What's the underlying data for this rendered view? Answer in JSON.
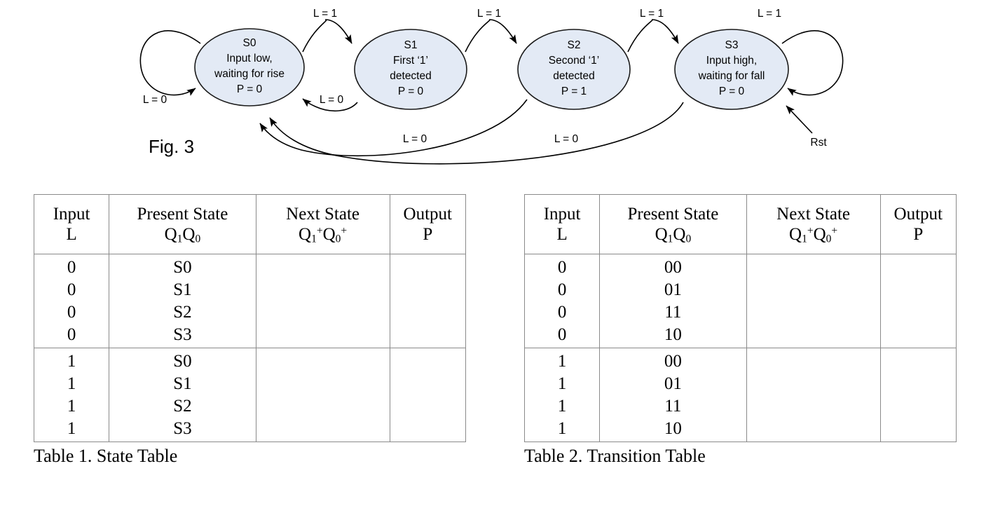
{
  "figure": {
    "caption": "Fig. 3",
    "reset_label": "Rst",
    "states": [
      {
        "id": "S0",
        "name": "S0",
        "line2": "Input low,",
        "line3": "waiting for rise",
        "line4": "P = 0"
      },
      {
        "id": "S1",
        "name": "S1",
        "line2": "First ‘1’",
        "line3": "detected",
        "line4": "P = 0"
      },
      {
        "id": "S2",
        "name": "S2",
        "line2": "Second ‘1’",
        "line3": "detected",
        "line4": "P = 1"
      },
      {
        "id": "S3",
        "name": "S3",
        "line2": "Input high,",
        "line3": "waiting for fall",
        "line4": "P = 0"
      }
    ],
    "transitions": [
      {
        "id": "s0-self",
        "from": "S0",
        "to": "S0",
        "label": "L = 0"
      },
      {
        "id": "s0-s1",
        "from": "S0",
        "to": "S1",
        "label": "L = 1"
      },
      {
        "id": "s1-s0",
        "from": "S1",
        "to": "S0",
        "label": "L = 0"
      },
      {
        "id": "s1-s2",
        "from": "S1",
        "to": "S2",
        "label": "L = 1"
      },
      {
        "id": "s2-s0",
        "from": "S2",
        "to": "S0",
        "label": "L = 0"
      },
      {
        "id": "s2-s3",
        "from": "S2",
        "to": "S3",
        "label": "L = 1"
      },
      {
        "id": "s3-s0",
        "from": "S3",
        "to": "S0",
        "label": "L = 0"
      },
      {
        "id": "s3-self",
        "from": "S3",
        "to": "S3",
        "label": "L = 1"
      }
    ],
    "colors": {
      "state_fill": "#e3eaf5",
      "state_stroke": "#1a1a1a",
      "edge_stroke": "#000000"
    }
  },
  "tables": [
    {
      "id": "state-table",
      "caption": "Table 1. State Table",
      "headers": [
        {
          "line1": "Input",
          "line2": "L"
        },
        {
          "line1": "Present State",
          "line2": "Q₁Q₀"
        },
        {
          "line1": "Next State",
          "line2": "Q₁⁺Q₀⁺"
        },
        {
          "line1": "Output",
          "line2": "P"
        }
      ],
      "groups": [
        {
          "input": [
            "0",
            "0",
            "0",
            "0"
          ],
          "present_state": [
            "S0",
            "S1",
            "S2",
            "S3"
          ],
          "next_state": [
            "",
            "",
            "",
            ""
          ],
          "output": [
            "",
            "",
            "",
            ""
          ]
        },
        {
          "input": [
            "1",
            "1",
            "1",
            "1"
          ],
          "present_state": [
            "S0",
            "S1",
            "S2",
            "S3"
          ],
          "next_state": [
            "",
            "",
            "",
            ""
          ],
          "output": [
            "",
            "",
            "",
            ""
          ]
        }
      ]
    },
    {
      "id": "transition-table",
      "caption": "Table 2. Transition Table",
      "headers": [
        {
          "line1": "Input",
          "line2": "L"
        },
        {
          "line1": "Present State",
          "line2": "Q₁Q₀"
        },
        {
          "line1": "Next State",
          "line2": "Q₁⁺Q₀⁺"
        },
        {
          "line1": "Output",
          "line2": "P"
        }
      ],
      "groups": [
        {
          "input": [
            "0",
            "0",
            "0",
            "0"
          ],
          "present_state": [
            "00",
            "01",
            "11",
            "10"
          ],
          "next_state": [
            "",
            "",
            "",
            ""
          ],
          "output": [
            "",
            "",
            "",
            ""
          ]
        },
        {
          "input": [
            "1",
            "1",
            "1",
            "1"
          ],
          "present_state": [
            "00",
            "01",
            "11",
            "10"
          ],
          "next_state": [
            "",
            "",
            "",
            ""
          ],
          "output": [
            "",
            "",
            "",
            ""
          ]
        }
      ]
    }
  ]
}
